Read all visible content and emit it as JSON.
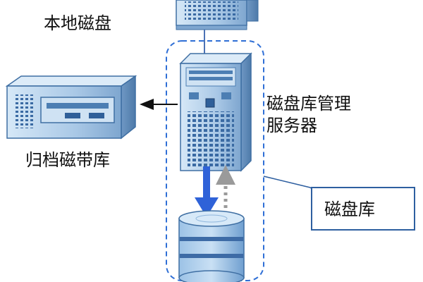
{
  "labels": {
    "local_disk": "本地磁盘",
    "tape_library": "归档磁带库",
    "server": "磁盘库管理服务器",
    "disk_library": "磁盘库"
  },
  "icons": {
    "top_server": "server-icon",
    "tape_library": "tape-library-icon",
    "main_server": "tower-server-icon",
    "disk_stack": "disk-stack-icon"
  },
  "colors": {
    "device_light": "#bcd8ef",
    "device_mid": "#8fb6dc",
    "device_dark": "#4c7eb3",
    "outline": "#3f6fa3",
    "dashed_border": "#2f6fd6",
    "arrow_blue": "#2f62d8",
    "arrow_gray": "#9a9a9a",
    "callout_border": "#2e5fa0"
  }
}
